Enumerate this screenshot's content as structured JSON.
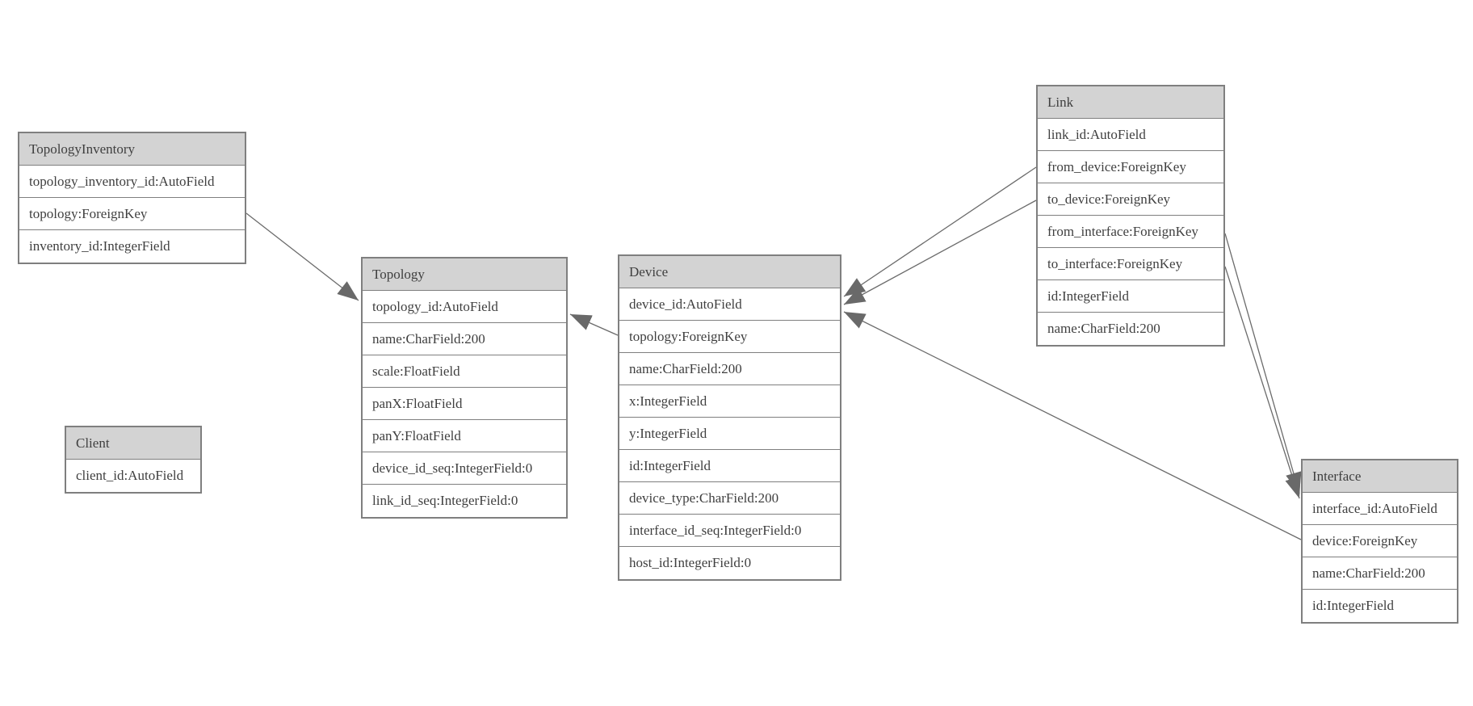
{
  "diagram": {
    "type": "entity-relationship",
    "background": "#ffffff",
    "colors": {
      "header_fill": "#d3d3d3",
      "border": "#7f7f7f",
      "text": "#3f3f3f",
      "relation_line": "#6b6b6b",
      "arrowhead_fill": "#696969"
    },
    "tables": [
      {
        "name": "TopologyInventory",
        "fields": [
          "topology_inventory_id:AutoField",
          "topology:ForeignKey",
          "inventory_id:IntegerField"
        ]
      },
      {
        "name": "Topology",
        "fields": [
          "topology_id:AutoField",
          "name:CharField:200",
          "scale:FloatField",
          "panX:FloatField",
          "panY:FloatField",
          "device_id_seq:IntegerField:0",
          "link_id_seq:IntegerField:0"
        ]
      },
      {
        "name": "Client",
        "fields": [
          "client_id:AutoField"
        ]
      },
      {
        "name": "Device",
        "fields": [
          "device_id:AutoField",
          "topology:ForeignKey",
          "name:CharField:200",
          "x:IntegerField",
          "y:IntegerField",
          "id:IntegerField",
          "device_type:CharField:200",
          "interface_id_seq:IntegerField:0",
          "host_id:IntegerField:0"
        ]
      },
      {
        "name": "Link",
        "fields": [
          "link_id:AutoField",
          "from_device:ForeignKey",
          "to_device:ForeignKey",
          "from_interface:ForeignKey",
          "to_interface:ForeignKey",
          "id:IntegerField",
          "name:CharField:200"
        ]
      },
      {
        "name": "Interface",
        "fields": [
          "interface_id:AutoField",
          "device:ForeignKey",
          "name:CharField:200",
          "id:IntegerField"
        ]
      }
    ],
    "relations": [
      {
        "from": "TopologyInventory.topology",
        "to": "Topology.topology_id"
      },
      {
        "from": "Device.topology",
        "to": "Topology.topology_id"
      },
      {
        "from": "Link.from_device",
        "to": "Device.device_id"
      },
      {
        "from": "Link.to_device",
        "to": "Device.device_id"
      },
      {
        "from": "Link.from_interface",
        "to": "Interface.interface_id"
      },
      {
        "from": "Link.to_interface",
        "to": "Interface.interface_id"
      },
      {
        "from": "Interface.device",
        "to": "Device.device_id"
      }
    ]
  }
}
